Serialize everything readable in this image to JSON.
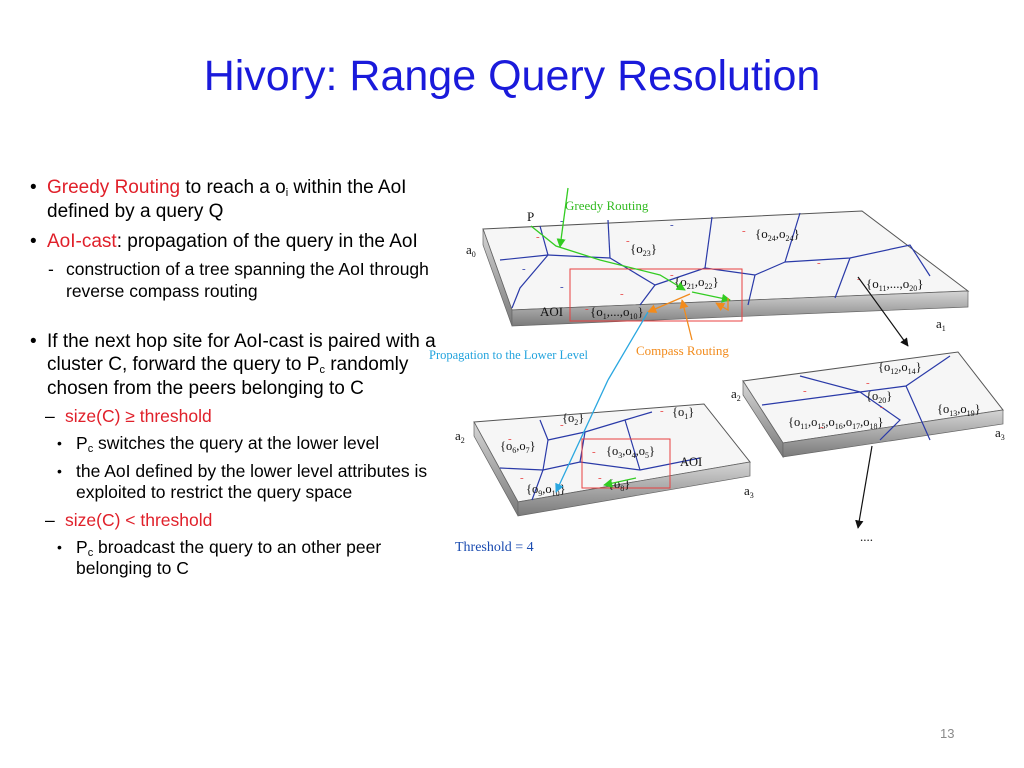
{
  "title": "Hivory: Range Query Resolution",
  "bullets": {
    "b1": {
      "marker": "•",
      "red": "Greedy Routing",
      "text1": " to reach a o",
      "sub": "i",
      "text2": " within the AoI defined by a query Q"
    },
    "b2": {
      "marker": "•",
      "red": "AoI-cast",
      "text": ": propagation of the query in the AoI",
      "sub_marker": "-",
      "sub_text": "construction of a tree spanning the AoI through reverse compass routing"
    },
    "b3": {
      "marker": "•",
      "text1": "If the next hop site for AoI-cast is paired with a cluster C, forward the query to P",
      "sub": "c",
      "text2": " randomly chosen from the peers belonging to C"
    },
    "b3a": {
      "marker": "–",
      "red": "size(C) ≥ threshold"
    },
    "b3a1": {
      "marker": "•",
      "text1": "P",
      "sub": "c",
      "text2": " switches the query at the lower level"
    },
    "b3a2": {
      "marker": "•",
      "text": "the AoI defined by the lower level attributes is exploited to restrict the query space"
    },
    "b3b": {
      "marker": "–",
      "red": "size(C) < threshold"
    },
    "b3b1": {
      "marker": "•",
      "text1": "P",
      "sub": "c",
      "text2": " broadcast the query to an other peer  belonging to  C"
    }
  },
  "diagram": {
    "label_greedy": "Greedy Routing",
    "label_p": "P",
    "label_aoi": "AOI",
    "label_propagation": "Propagation to the Lower Level",
    "label_compass": "Compass Routing",
    "label_threshold": "Threshold = 4",
    "label_dots": "....",
    "dash": "-",
    "axes": {
      "a0": "a",
      "a0_sub": "0",
      "a1": "a",
      "a1_sub": "1",
      "a2_left": "a",
      "a2_left_sub": "2",
      "a2_right": "a",
      "a2_right_sub": "2",
      "a3_left": "a",
      "a3_left_sub": "3",
      "a3_right": "a",
      "a3_right_sub": "3"
    },
    "top": {
      "o23": "{o",
      "o23_sub": "23",
      "o24": "{o",
      "o24_sub": "24",
      "o24b": ",o",
      "o24b_sub": "24",
      "o21": "{o",
      "o21_sub": "21",
      "o21b": ",o",
      "o21b_sub": "22",
      "o11": "{o",
      "o11_sub": "11",
      "o11b": ",...,o",
      "o11b_sub": "20",
      "o1": "{o",
      "o1_sub": "1",
      "o1b": ",...,o",
      "o1b_sub": "10",
      "close": "}"
    },
    "left": {
      "o2": "{o",
      "o2_sub": "2",
      "o1": "{o",
      "o1_sub": "1",
      "o6": "{o",
      "o6_sub": "6",
      "o6b": ",o",
      "o6b_sub": "7",
      "o3": "{o",
      "o3_sub": "3",
      "o3b": ",o",
      "o3b_sub": "4",
      "o3c": ",o",
      "o3c_sub": "5",
      "o8": "{o",
      "o8_sub": "8",
      "o9": "{o",
      "o9_sub": "9",
      "o9b": ",o",
      "o9b_sub": "10",
      "close": "}"
    },
    "right": {
      "o12": "{o",
      "o12_sub": "12",
      "o12b": ",o",
      "o12b_sub": "14",
      "o20": "{o",
      "o20_sub": "20",
      "o13": "{o",
      "o13_sub": "13",
      "o13b": ",o",
      "o13b_sub": "19",
      "o11": "{o",
      "o11_sub": "11",
      "o11b": ",o",
      "o11b_sub": "15",
      "o11c": ",o",
      "o11c_sub": "16",
      "o11d": ",o",
      "o11d_sub": "17",
      "o11e": ",o",
      "o11e_sub": "18",
      "close": "}"
    }
  },
  "slide_number": "13"
}
